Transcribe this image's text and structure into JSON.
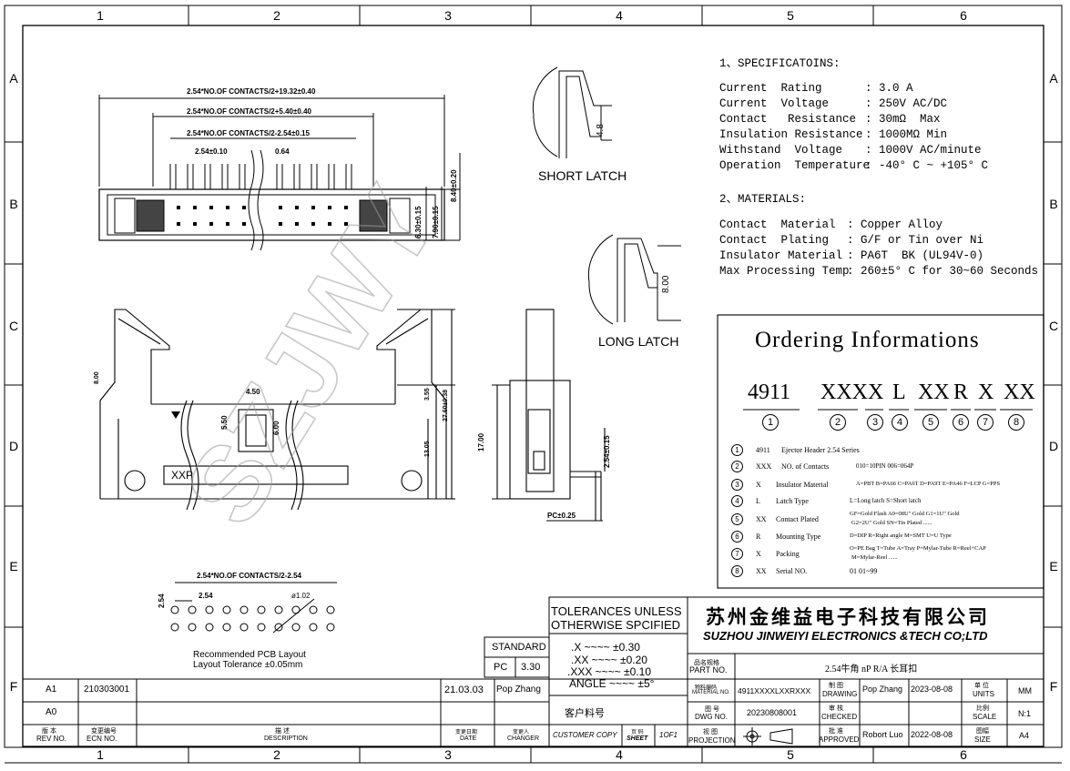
{
  "zones": {
    "columns": [
      "1",
      "2",
      "3",
      "4",
      "5",
      "6"
    ],
    "rows": [
      "A",
      "B",
      "C",
      "D",
      "E",
      "F"
    ]
  },
  "specs": {
    "heading": "1、SPECIFICATOINS:",
    "rows": [
      {
        "label": "Current  Rating",
        "value": ": 3.0 A"
      },
      {
        "label": "Current  Voltage",
        "value": ": 250V AC/DC"
      },
      {
        "label": "Contact   Resistance",
        "value": ": 30mΩ  Max"
      },
      {
        "label": "Insulation Resistance",
        "value": ": 1000MΩ Min"
      },
      {
        "label": "Withstand  Voltage",
        "value": ": 1000V AC/minute"
      },
      {
        "label": "Operation  Temperature",
        "value": ": -40° C ~ +105° C"
      }
    ]
  },
  "materials": {
    "heading": "2、MATERIALS:",
    "rows": [
      {
        "label": "Contact  Material",
        "value": ": Copper Alloy"
      },
      {
        "label": "Contact  Plating",
        "value": ": G/F or Tin over Ni"
      },
      {
        "label": "Insulator Material",
        "value": ": PA6T  BK (UL94V-0)"
      },
      {
        "label": "Max Processing Temp",
        "value": ": 260±5° C for 30~60 Seconds"
      }
    ]
  },
  "ordering": {
    "title": "Ordering Informations",
    "code_parts": [
      "4911",
      "XXX",
      "X",
      "L",
      "XX",
      "R",
      "X",
      "XX"
    ],
    "code_numbers": [
      "1",
      "2",
      "3",
      "4",
      "5",
      "6",
      "7",
      "8"
    ],
    "rows": [
      {
        "num": "1",
        "code": "4911",
        "name": "Ejector Header 2.54  Series",
        "options": ""
      },
      {
        "num": "2",
        "code": "XXX",
        "name": "NO. of Contacts",
        "options": "010=10PIN   006=064P"
      },
      {
        "num": "3",
        "code": "X",
        "name": "Insulator Material",
        "options": "A=PBT B=PA66 C=PA6T D=PA9T E=PA46 F=LCP G=PPS"
      },
      {
        "num": "4",
        "code": "L",
        "name": "Latch  Type",
        "options": "L=Long latch     S=Short latch"
      },
      {
        "num": "5",
        "code": "XX",
        "name": "Contact Plated",
        "options": "GF=Gold Flash  A0=08U\" Gold   G1=1U\" Gold",
        "options2": "G2=2U\" Gold     SN=Tin Plated  ......"
      },
      {
        "num": "6",
        "code": "R",
        "name": "Mounting Type",
        "options": "D=DIP   R=Right angle  M=SMT    U=U Type"
      },
      {
        "num": "7",
        "code": "X",
        "name": "Packing",
        "options": "O=PE Bag  T=Tube  A=Tray  P=Mylar-Tube  R=Reel+CAP",
        "options2": "M=Mylar-Reel   ......"
      },
      {
        "num": "8",
        "code": "XX",
        "name": "Serial NO.",
        "options": "01    01~99"
      }
    ]
  },
  "drawing": {
    "dims_top": [
      "2.54*NO.OF CONTACTS/2+19.32±0.40",
      "2.54*NO.OF CONTACTS/2+5.40±0.40",
      "2.54*NO.OF CONTACTS/2-2.54±0.15",
      "2.54±0.10",
      "0.64"
    ],
    "dims_side_top": [
      "6.30±0.15",
      "7.90±0.15",
      "8.40±0.20"
    ],
    "short_latch": "SHORT  LATCH",
    "short_latch_dim": "4.8",
    "long_latch": "LONG  LATCH",
    "long_latch_dim": "8.00",
    "front_dims": [
      "8.00",
      "4.50",
      "5.50",
      "6.00",
      "3.55",
      "13.05",
      "27.60±0.38"
    ],
    "front_label": "XXP",
    "side_dims": [
      "17.00",
      "2.54±0.15",
      "PC±0.25"
    ],
    "pcb_dims": [
      "2.54*NO.OF CONTACTS/2-2.54",
      "2.54",
      "2.54",
      "ø1.02"
    ],
    "pcb_caption": [
      "Recommended PCB Layout",
      "Layout Tolerance ±0.05mm"
    ],
    "watermark": "SZJWY"
  },
  "title_block": {
    "tolerances": {
      "header1": "TOLERANCES  UNLESS",
      "header2": "OTHERWISE  SPCIFIED",
      "lines": [
        ".X  ~~~~  ±0.30",
        ".XX  ~~~~  ±0.20",
        ".XXX  ~~~~  ±0.10",
        "ANGLE  ~~~~  ±5°"
      ]
    },
    "standard": "STANDARD",
    "pc": "PC",
    "pc_value": "3.30",
    "company_cn": "苏州金维益电子科技有限公司",
    "company_en": "SUZHOU JINWEIYI ELECTRONICS &TECH CO;LTD",
    "part_no_label_cn": "品名规格",
    "part_no_label": "PART  NO.",
    "part_desc": "2.54牛角  nP  R/A  长耳扣",
    "rev_rows": [
      {
        "rev": "A1",
        "ecn": "210303001",
        "desc": "",
        "date": "21.03.03",
        "changer": "Pop Zhang"
      },
      {
        "rev": "A0",
        "ecn": "",
        "desc": "",
        "date": "",
        "changer": ""
      }
    ],
    "rev_headers": {
      "rev_cn": "版 本",
      "rev": "REV NO.",
      "ecn_cn": "变更编号",
      "ecn": "ECN  NO.",
      "desc_cn": "描 述",
      "desc": "DESCRIPTION",
      "date_cn": "变更日期",
      "date": "DATE",
      "changer_cn": "变更人",
      "changer": "CHANGER"
    },
    "material_no_cn": "物料编码",
    "material_no": "MATERIAL NO.",
    "material_value": "4911XXXXLXXRXXX",
    "drawing_cn": "制 图",
    "drawing": "DRAWING",
    "drawing_person": "Pop Zhang",
    "drawing_date": "2023-08-08",
    "units_cn": "单 位",
    "units": "UNITS",
    "units_value": "MM",
    "customer_part_cn": "客户料号",
    "dwg_no_cn": "图 号",
    "dwg_no": "DWG NO.",
    "dwg_value": "20230808001",
    "checked_cn": "审 核",
    "checked": "CHECKED",
    "scale_cn": "比例",
    "scale": "SCALE",
    "scale_value": "N:1",
    "customer_copy": "CUSTOMER  COPY",
    "sheet_cn": "页 码",
    "sheet": "SHEET",
    "sheet_value": "1OF1",
    "projection_cn": "视 图",
    "projection": "PROJECTION",
    "approved_cn": "批 准",
    "approved": "APPROVED",
    "approved_person": "Robort Luo",
    "approved_date": "2022-08-08",
    "size_cn": "图幅",
    "size": "SIZE",
    "size_value": "A4"
  }
}
